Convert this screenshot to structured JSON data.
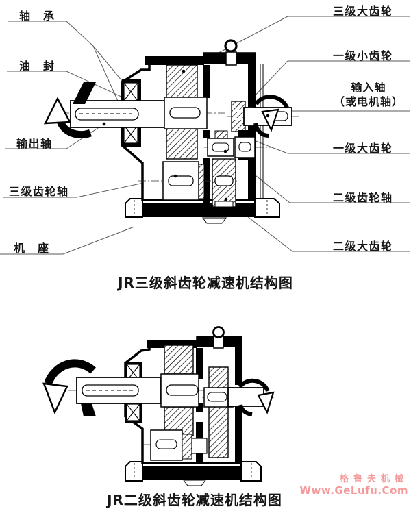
{
  "figure1": {
    "caption": "JR三级斜齿轮减速机结构图",
    "labels": {
      "bearing": "轴　承",
      "oil_seal": "油　封",
      "output_shaft": "输出轴",
      "stage3_gear_shaft": "三级齿轮轴",
      "machine_base": "机　座",
      "stage3_big_gear": "三级大齿轮",
      "stage1_small_gear": "一级小齿轮",
      "input_shaft_line1": "输入轴",
      "input_shaft_line2": "（或电机轴）",
      "stage1_big_gear": "一级大齿轮",
      "stage2_gear_shaft": "二级齿轮轴",
      "stage2_big_gear": "二级大齿轮"
    }
  },
  "figure2": {
    "caption": "JR二级斜齿轮减速机结构图"
  },
  "watermark": {
    "brand": "格鲁夫机械",
    "site": "Www.GeLufu.Com",
    "color": "#f59a9a"
  },
  "ink_color": "#000000"
}
